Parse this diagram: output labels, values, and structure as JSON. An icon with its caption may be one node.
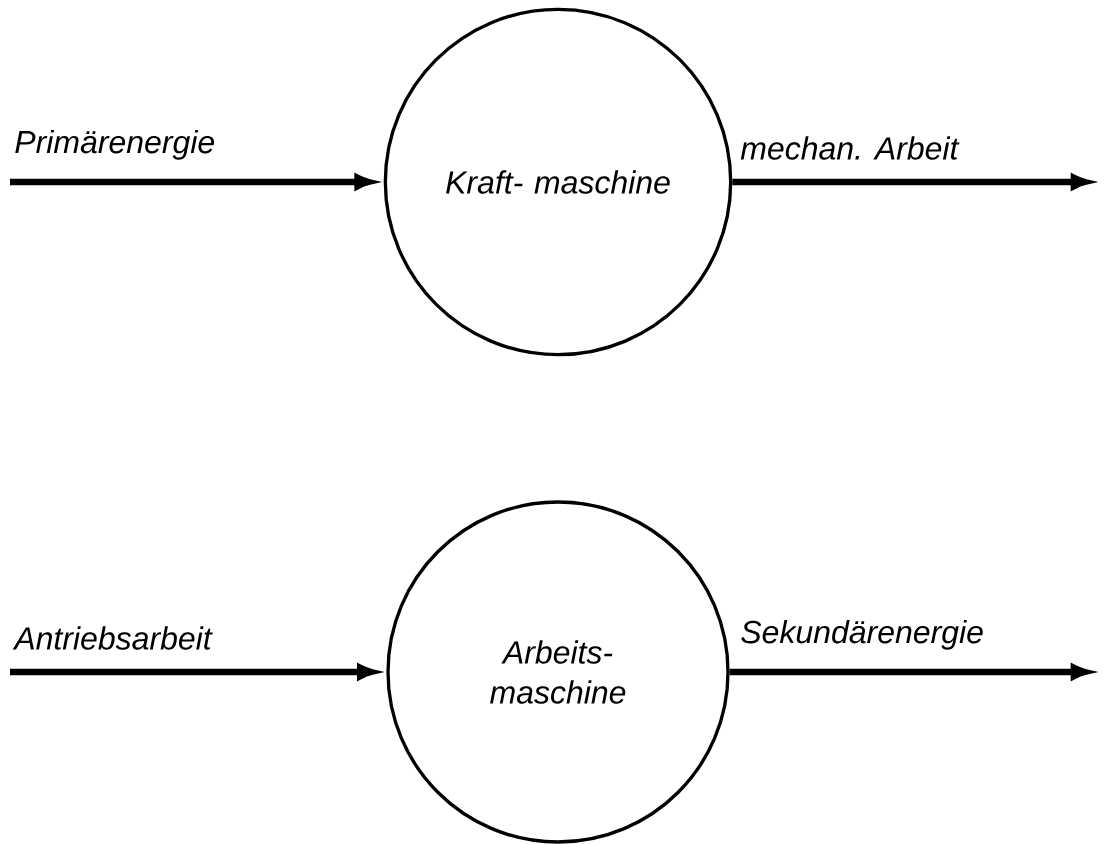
{
  "diagram": {
    "nodes": [
      {
        "text": [
          "Kraft- maschine"
        ]
      },
      {
        "text": [
          "Arbeits- maschine"
        ]
      }
    ],
    "edges": [
      {
        "from": null,
        "to": 0,
        "arrow": "to",
        "label": "Primärenergie"
      },
      {
        "from": 0,
        "to": null,
        "arrow": "to",
        "label": "mechan. Arbeit"
      },
      {
        "from": null,
        "to": 1,
        "arrow": "to",
        "label": "Antriebsarbeit"
      },
      {
        "from": 1,
        "to": null,
        "arrow": "to",
        "label": "Sekundärenergie"
      }
    ]
  }
}
